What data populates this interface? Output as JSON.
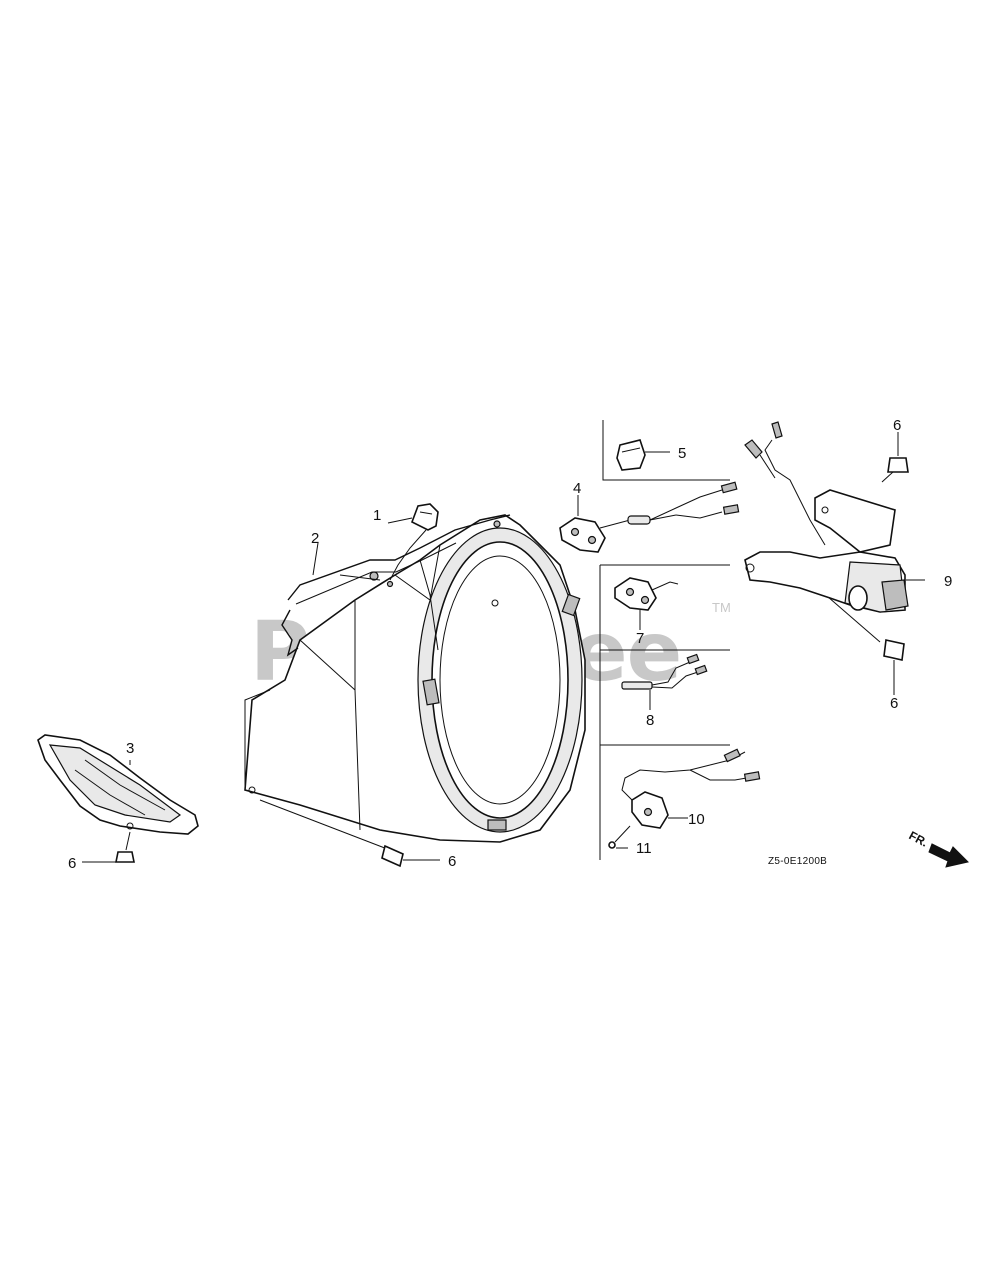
{
  "watermark": {
    "text": "PartsTree",
    "trademark": "TM"
  },
  "diagram_code": "Z5-0E1200B",
  "direction_marker": "FR.",
  "callouts": {
    "c1": "1",
    "c2": "2",
    "c3": "3",
    "c4": "4",
    "c5": "5",
    "c6a": "6",
    "c6b": "6",
    "c6c": "6",
    "c6d": "6",
    "c7": "7",
    "c8": "8",
    "c9": "9",
    "c10": "10",
    "c11": "11"
  }
}
